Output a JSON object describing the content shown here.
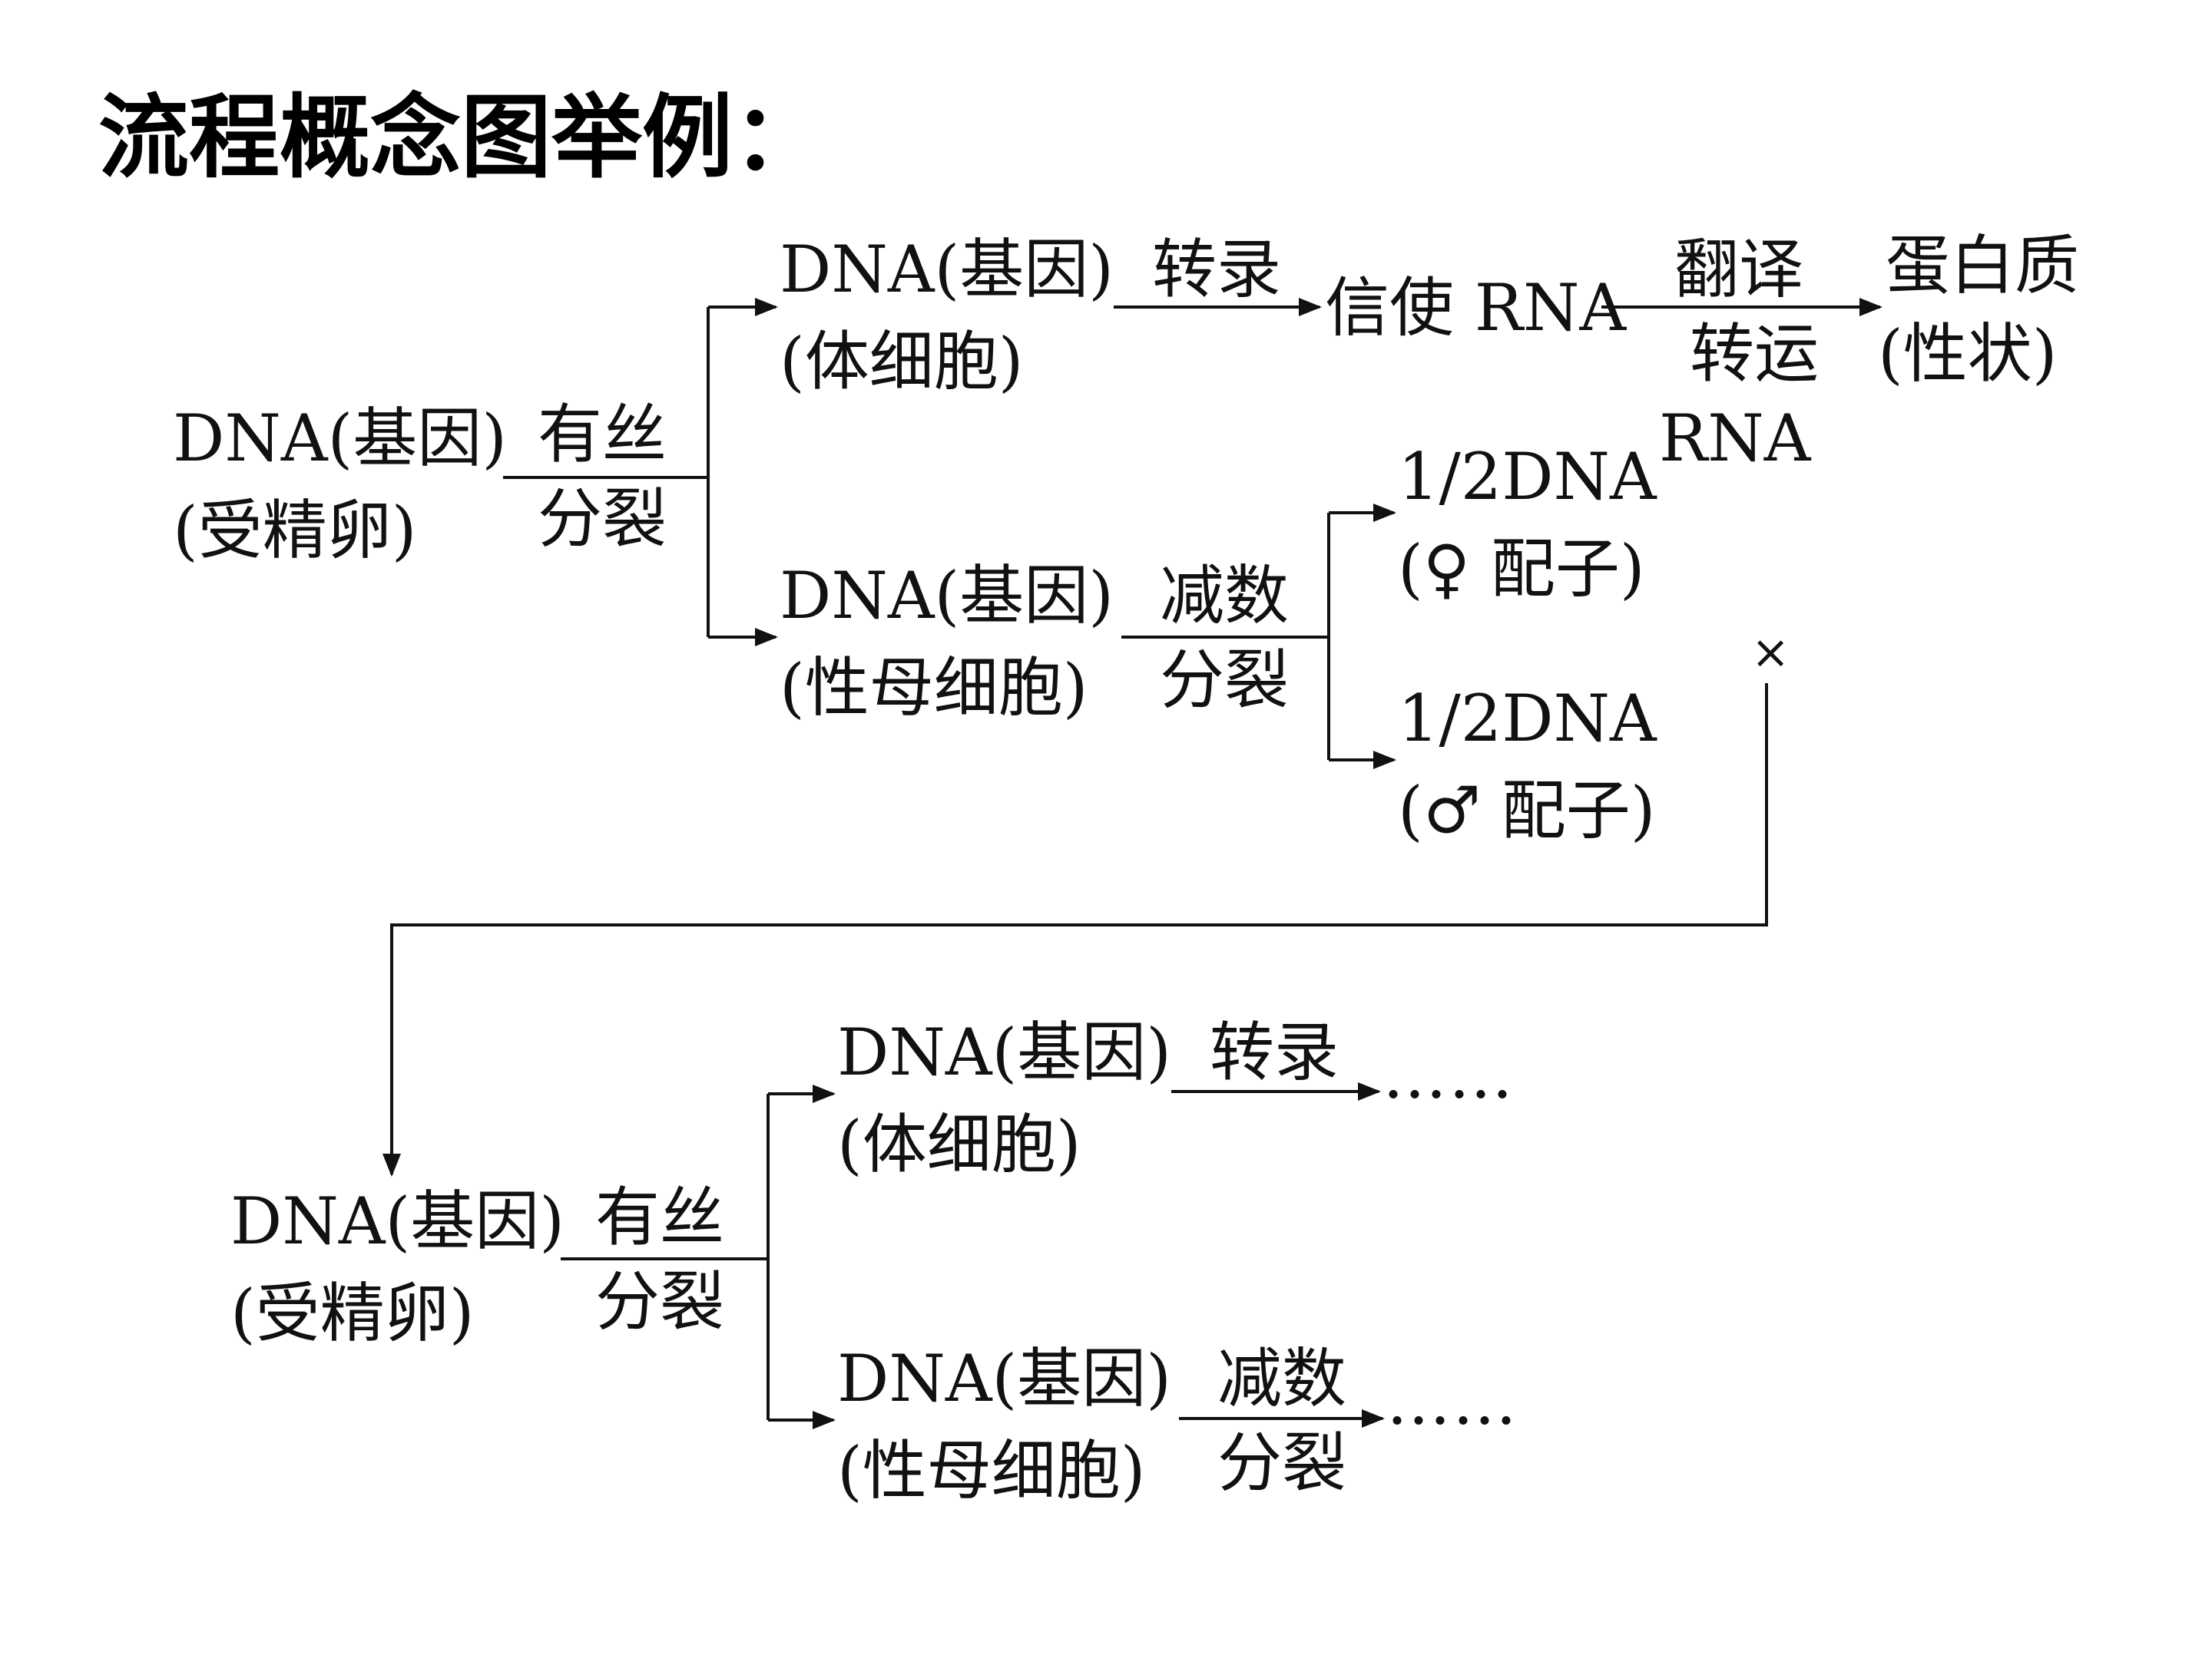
{
  "title": "流程概念图举例：",
  "top": {
    "zygote": {
      "line1": "DNA(基因)",
      "line2": "(受精卵)"
    },
    "mitosis": {
      "top": "有丝",
      "bottom": "分裂"
    },
    "somatic": {
      "line1": "DNA(基因)",
      "line2": "(体细胞)"
    },
    "transcription": "转录",
    "mrna": "信使 RNA",
    "translation": {
      "top": "翻译",
      "bottom1": "转运",
      "bottom2": "RNA"
    },
    "protein": {
      "line1": "蛋白质",
      "line2": "(性状)"
    },
    "germ": {
      "line1": "DNA(基因)",
      "line2": "(性母细胞)"
    },
    "meiosis": {
      "top": "减数",
      "bottom": "分裂"
    },
    "female_gamete": {
      "line1": "1/2DNA",
      "line2": "(♀ 配子)"
    },
    "male_gamete": {
      "line1": "1/2DNA",
      "line2": "(♂ 配子)"
    },
    "cross": "×"
  },
  "bottom": {
    "zygote": {
      "line1": "DNA(基因)",
      "line2": "(受精卵)"
    },
    "mitosis": {
      "top": "有丝",
      "bottom": "分裂"
    },
    "somatic": {
      "line1": "DNA(基因)",
      "line2": "(体细胞)"
    },
    "transcription": "转录",
    "ellipsis1": "……",
    "germ": {
      "line1": "DNA(基因)",
      "line2": "(性母细胞)"
    },
    "meiosis": {
      "top": "减数",
      "bottom": "分裂"
    },
    "ellipsis2": "……"
  }
}
